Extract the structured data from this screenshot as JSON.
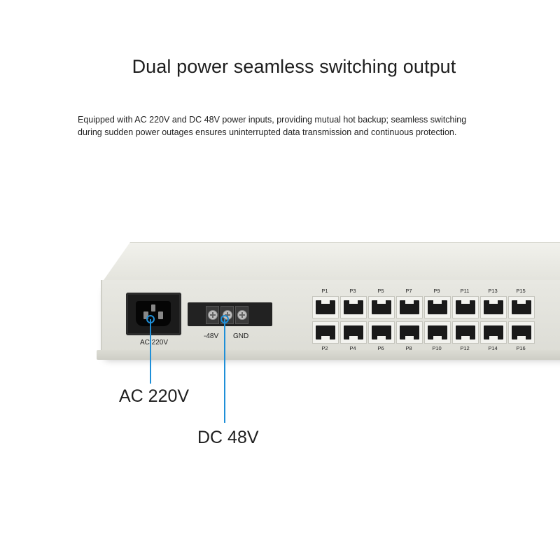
{
  "title": "Dual power seamless switching output",
  "description": {
    "line1": "Equipped with AC 220V and DC 48V power inputs, providing mutual hot backup; seamless switching",
    "line2": "during sudden power outages ensures uninterrupted data transmission and continuous protection."
  },
  "device": {
    "ac_label": "AC 220V",
    "terminal_labels": {
      "neg48": "-48V",
      "gnd": "GND"
    },
    "ports_top": [
      "P1",
      "P3",
      "P5",
      "P7",
      "P9",
      "P11",
      "P13",
      "P15"
    ],
    "ports_bottom": [
      "P2",
      "P4",
      "P6",
      "P8",
      "P10",
      "P12",
      "P14",
      "P16"
    ]
  },
  "callouts": {
    "ac": "AC 220V",
    "dc": "DC 48V",
    "color": "#1e8fd8"
  },
  "icons": [
    "ac-power-socket-icon",
    "terminal-screw-icon",
    "rj45-port-icon"
  ]
}
